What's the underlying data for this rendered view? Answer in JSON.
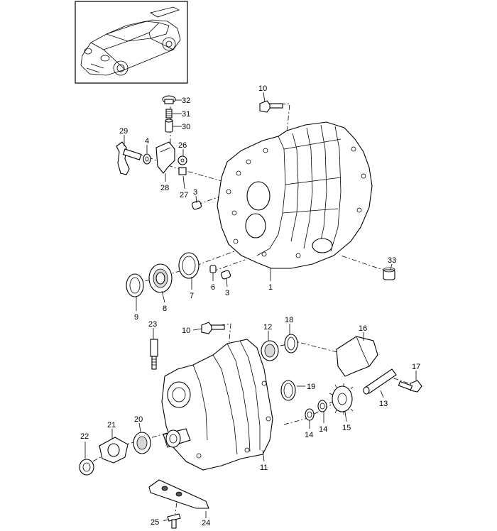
{
  "diagram": {
    "callouts": [
      {
        "id": "c32",
        "text": "32"
      },
      {
        "id": "c31",
        "text": "31"
      },
      {
        "id": "c30",
        "text": "30"
      },
      {
        "id": "c29",
        "text": "29"
      },
      {
        "id": "c4",
        "text": "4"
      },
      {
        "id": "c26",
        "text": "26"
      },
      {
        "id": "c28",
        "text": "28"
      },
      {
        "id": "c27",
        "text": "27"
      },
      {
        "id": "c3a",
        "text": "3"
      },
      {
        "id": "c10a",
        "text": "10"
      },
      {
        "id": "c33",
        "text": "33"
      },
      {
        "id": "c9",
        "text": "9"
      },
      {
        "id": "c8",
        "text": "8"
      },
      {
        "id": "c7",
        "text": "7"
      },
      {
        "id": "c6",
        "text": "6"
      },
      {
        "id": "c3b",
        "text": "3"
      },
      {
        "id": "c1",
        "text": "1"
      },
      {
        "id": "c23",
        "text": "23"
      },
      {
        "id": "c10b",
        "text": "10"
      },
      {
        "id": "c12",
        "text": "12"
      },
      {
        "id": "c18",
        "text": "18"
      },
      {
        "id": "c16",
        "text": "16"
      },
      {
        "id": "c17",
        "text": "17"
      },
      {
        "id": "c19",
        "text": "19"
      },
      {
        "id": "c13",
        "text": "13"
      },
      {
        "id": "c22",
        "text": "22"
      },
      {
        "id": "c21",
        "text": "21"
      },
      {
        "id": "c20",
        "text": "20"
      },
      {
        "id": "c14a",
        "text": "14"
      },
      {
        "id": "c14b",
        "text": "14"
      },
      {
        "id": "c15",
        "text": "15"
      },
      {
        "id": "c11",
        "text": "11"
      },
      {
        "id": "c25",
        "text": "25"
      },
      {
        "id": "c24",
        "text": "24"
      }
    ]
  }
}
